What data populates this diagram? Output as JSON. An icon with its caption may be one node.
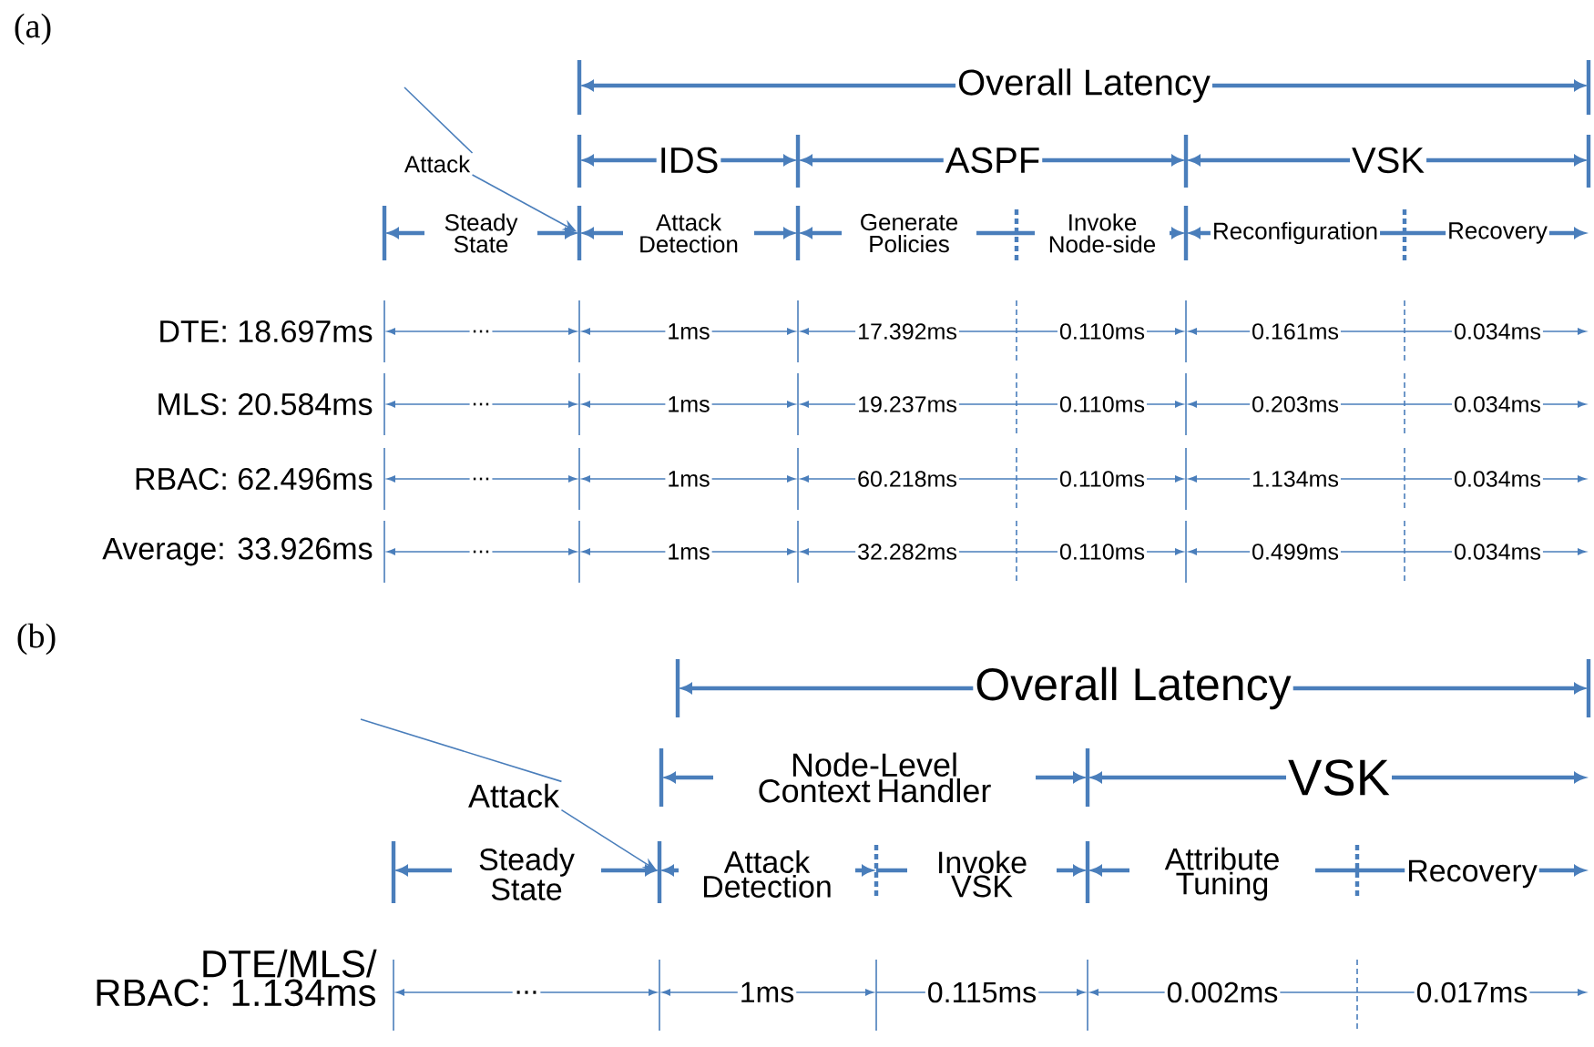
{
  "diagram": {
    "nodes": [
      {
        "text": [
          "Attack"
        ]
      },
      {
        "text": [],
        "shape": "bar"
      },
      {
        "text": [
          "Attack"
        ]
      },
      {
        "text": [],
        "shape": "bar"
      }
    ],
    "edges": [
      {
        "from": 0,
        "to": 1,
        "arrow": "to"
      },
      {
        "from": 2,
        "to": 3,
        "arrow": "to"
      }
    ],
    "labels": [
      "(a)",
      "Overall Latency",
      "IDS",
      "ASPF",
      "VSK",
      "Steady State",
      "Attack Detection",
      "Generate Policies",
      "Invoke Node-side",
      "Reconfiguration",
      "Recovery",
      "DTE: 18.697ms",
      "...",
      "1ms",
      "17.392ms",
      "0.110ms",
      "0.161ms",
      "0.034ms",
      "MLS: 20.584ms",
      "...",
      "1ms",
      "19.237ms",
      "0.110ms",
      "0.203ms",
      "0.034ms",
      "RBAC: 62.496ms",
      "...",
      "1ms",
      "60.218ms",
      "0.110ms",
      "1.134ms",
      "0.034ms",
      "Average: 33.926ms",
      "...",
      "1ms",
      "32.282ms",
      "0.110ms",
      "0.499ms",
      "0.034ms",
      "(b)",
      "Overall Latency",
      "Node-Level Context Handler",
      "VSK",
      "Steady State",
      "Attack Detection",
      "Invoke VSK",
      "Attribute Tuning",
      "Recovery",
      "DTE/MLS/ RBAC: 1.134ms",
      "...",
      "1ms",
      "0.115ms",
      "0.002ms",
      "0.017ms"
    ]
  }
}
